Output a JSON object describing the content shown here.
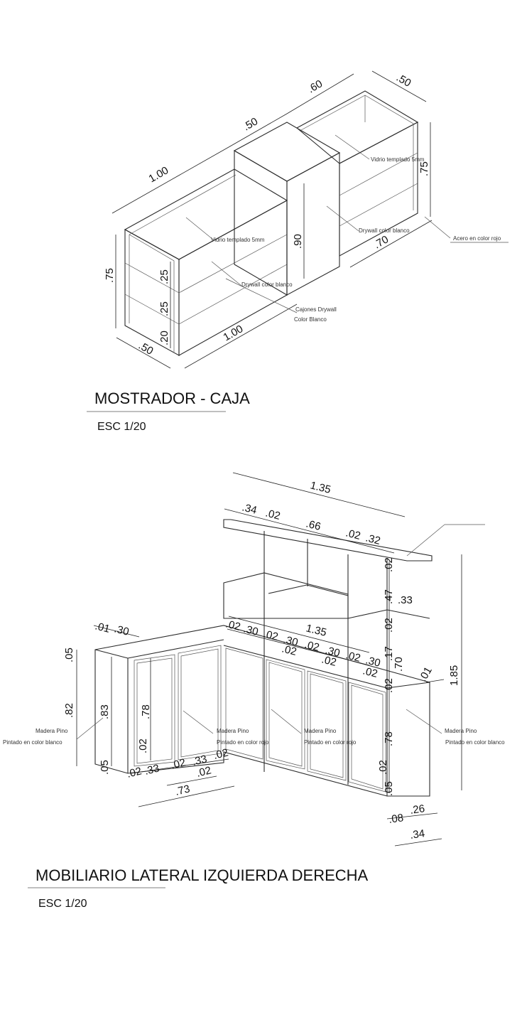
{
  "drawing1": {
    "title": "MOSTRADOR - CAJA",
    "scale": "ESC 1/20",
    "dims": [
      ".60",
      ".50",
      ".50",
      "1.00",
      ".75",
      ".90",
      ".70",
      ".75",
      ".25",
      ".25",
      ".20",
      ".50",
      "1.00"
    ],
    "notes": [
      "Vidrio templado 5mm",
      "Vidrio templado 5mm",
      "Drywall color blanco",
      "Drywall color blanco",
      "Acero en color rojo",
      "Cajones Drywall",
      "Color Blanco"
    ]
  },
  "drawing2": {
    "title": "MOBILIARIO LATERAL IZQUIERDA DERECHA",
    "scale": "ESC 1/20",
    "dims": [
      "1.35",
      ".34",
      ".02",
      ".66",
      ".02",
      ".32",
      ".02",
      ".47",
      ".33",
      ".02",
      ".01",
      ".30",
      ".02",
      ".30",
      ".02",
      ".30",
      ".02",
      ".30",
      ".02",
      ".30",
      "1.35",
      ".02",
      ".02",
      ".02",
      ".17",
      ".70",
      ".02",
      ".01",
      "1.85",
      ".05",
      ".82",
      ".83",
      ".78",
      ".02",
      ".05",
      ".02",
      ".33",
      ".02",
      ".33",
      ".02",
      ".02",
      ".73",
      ".78",
      ".02",
      ".05",
      ".08",
      ".26",
      ".34"
    ],
    "notes": [
      "Madera Pino",
      "Pintado en color blanco",
      "Madera Pino",
      "Pintado en color rojo",
      "Madera Pino",
      "Pintado en color rojo",
      "Madera Pino",
      "Pintado en color blanco"
    ]
  }
}
